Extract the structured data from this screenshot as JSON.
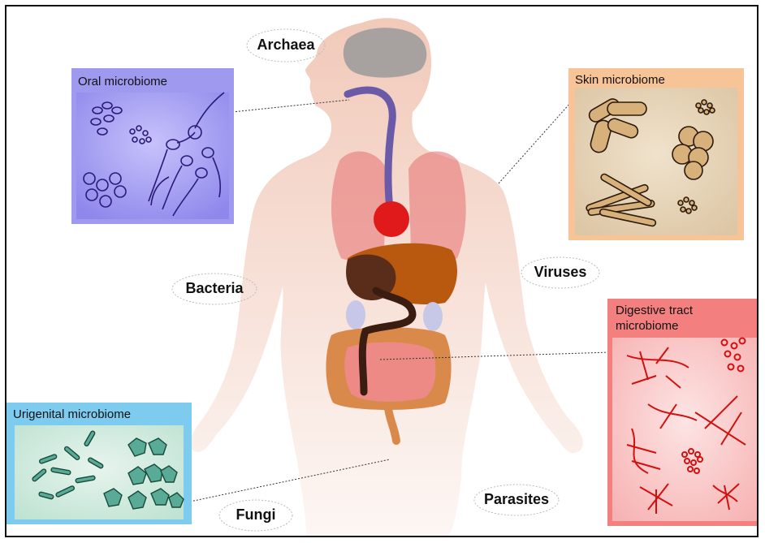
{
  "colors": {
    "oral": "#9b95ef",
    "skin": "#f6c496",
    "digestive": "#f47f7f",
    "urigenital": "#7ecbf0",
    "body": "#f1c9b9"
  },
  "microbes": {
    "archaea": "Archaea",
    "bacteria": "Bacteria",
    "viruses": "Viruses",
    "fungi": "Fungi",
    "parasites": "Parasites"
  },
  "boxes": {
    "oral": "Oral microbiome",
    "skin": "Skin microbiome",
    "digestive_line1": "Digestive tract",
    "digestive_line2": "microbiome",
    "urigenital": "Urigenital microbiome"
  }
}
